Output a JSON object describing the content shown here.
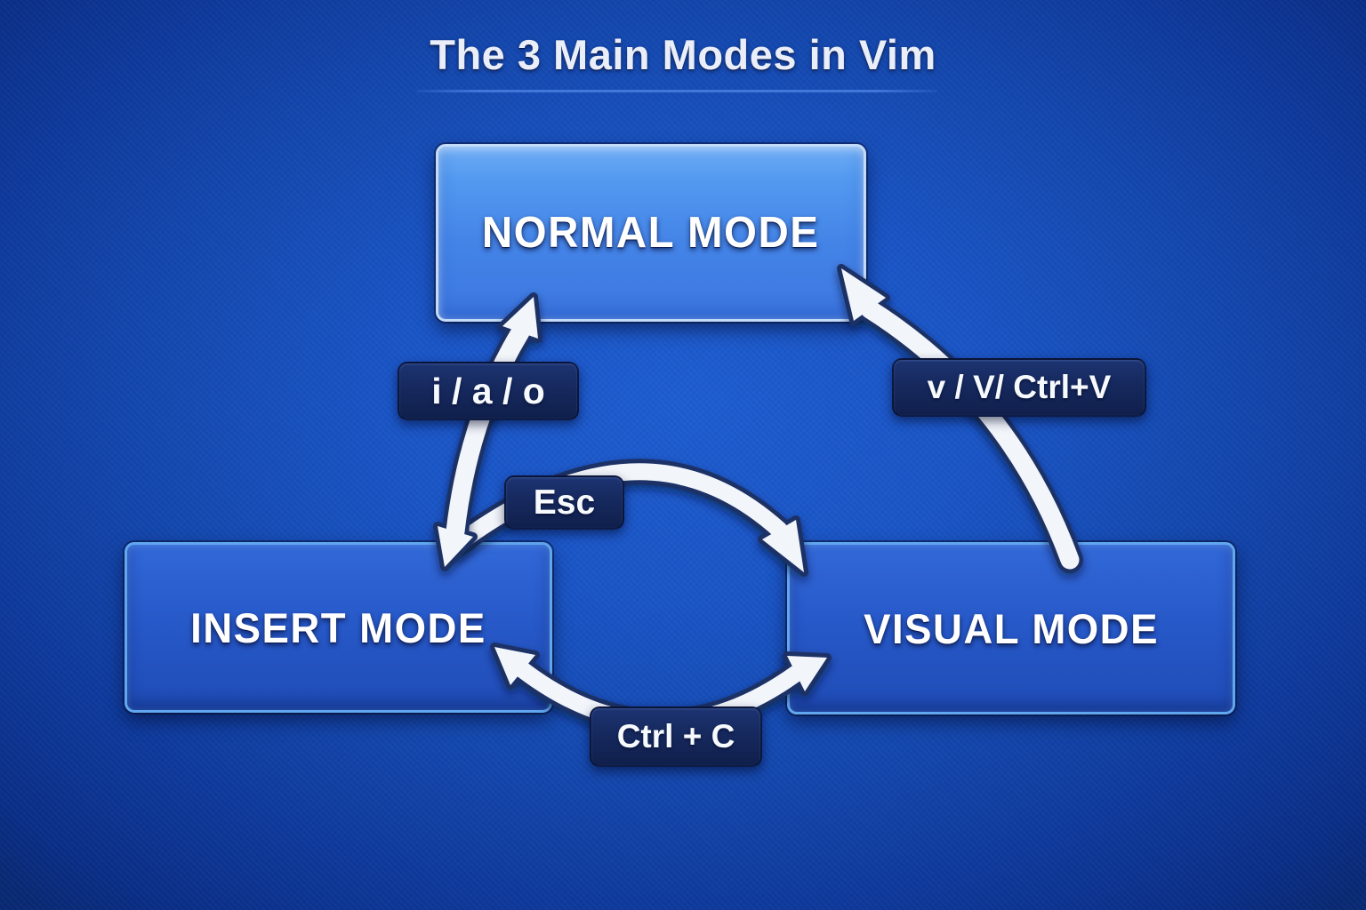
{
  "title": {
    "text": "The 3 Main Modes in Vim"
  },
  "nodes": {
    "normal": {
      "label": "NORMAL MODE"
    },
    "insert": {
      "label": "INSERT MODE"
    },
    "visual": {
      "label": "VISUAL MODE"
    }
  },
  "edges": {
    "normal_insert": {
      "label": "i / a / o",
      "from": "NORMAL MODE",
      "to": "INSERT MODE",
      "arrow": "bidirectional"
    },
    "visual_normal": {
      "label": "v / V/ Ctrl+V",
      "from": "VISUAL MODE",
      "to": "NORMAL MODE",
      "arrow": "one-way"
    },
    "insert_visual_esc": {
      "label": "Esc",
      "from": "INSERT MODE",
      "to": "VISUAL MODE",
      "arrow": "one-way"
    },
    "insert_visual_ctrl_c": {
      "label": "Ctrl + C",
      "from": "INSERT MODE",
      "to": "VISUAL MODE",
      "arrow": "bidirectional"
    }
  },
  "colors": {
    "background_center": "#1e5ccf",
    "background_edge": "#092973",
    "normal_box_top": "#6fadf5",
    "normal_box_bottom": "#3c76e0",
    "normal_box_border": "#c2dbf9",
    "side_box_top": "#3268d8",
    "side_box_bottom": "#1f4cb6",
    "side_box_border": "#61a7f0",
    "chip_background": "#16295e",
    "arrow_fill": "#f2f6fb",
    "arrow_outline": "#1e3166",
    "title_color": "#e9eef8",
    "underline_color": "#4277da",
    "label_text": "#ffffff"
  }
}
